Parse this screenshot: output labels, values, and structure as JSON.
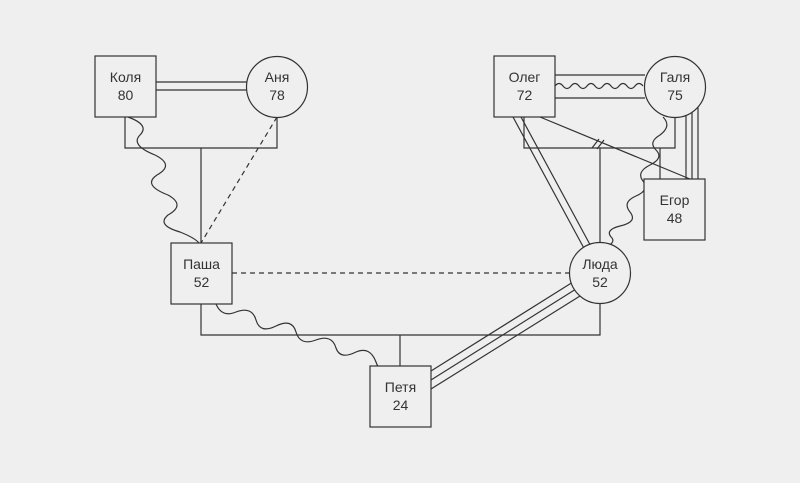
{
  "colors": {
    "background": "#efefef",
    "line": "#333333",
    "node_fill": "#efefef"
  },
  "people": {
    "kolya": {
      "name": "Коля",
      "age": "80",
      "shape": "square"
    },
    "anya": {
      "name": "Аня",
      "age": "78",
      "shape": "circle"
    },
    "oleg": {
      "name": "Олег",
      "age": "72",
      "shape": "square"
    },
    "galya": {
      "name": "Галя",
      "age": "75",
      "shape": "circle"
    },
    "pasha": {
      "name": "Паша",
      "age": "52",
      "shape": "square"
    },
    "egor": {
      "name": "Егор",
      "age": "48",
      "shape": "square"
    },
    "lyuda": {
      "name": "Люда",
      "age": "52",
      "shape": "circle"
    },
    "petya": {
      "name": "Петя",
      "age": "24",
      "shape": "square"
    }
  },
  "relations": [
    {
      "kind": "marriage",
      "between": [
        "Коля",
        "Аня"
      ]
    },
    {
      "kind": "marriage-conflict",
      "between": [
        "Олег",
        "Галя"
      ]
    },
    {
      "kind": "marriage-separated",
      "between": [
        "Олег",
        "Егор"
      ]
    },
    {
      "kind": "children",
      "of": [
        "Коля",
        "Аня"
      ],
      "children": [
        "Паша"
      ]
    },
    {
      "kind": "children",
      "of": [
        "Олег",
        "Галя"
      ],
      "children": [
        "Люда",
        "Егор"
      ]
    },
    {
      "kind": "children",
      "of": [
        "Паша",
        "Люда"
      ],
      "children": [
        "Петя"
      ]
    },
    {
      "kind": "conflict",
      "between": [
        "Коля",
        "Паша"
      ]
    },
    {
      "kind": "conflict",
      "between": [
        "Паша",
        "Петя"
      ]
    },
    {
      "kind": "conflict",
      "between": [
        "Галя",
        "Люда"
      ]
    },
    {
      "kind": "distant",
      "between": [
        "Аня",
        "Паша"
      ]
    },
    {
      "kind": "distant",
      "between": [
        "Паша",
        "Люда"
      ]
    },
    {
      "kind": "close",
      "between": [
        "Олег",
        "Люда"
      ]
    },
    {
      "kind": "very-close",
      "between": [
        "Галя",
        "Егор"
      ]
    },
    {
      "kind": "very-close",
      "between": [
        "Люда",
        "Петя"
      ]
    }
  ]
}
